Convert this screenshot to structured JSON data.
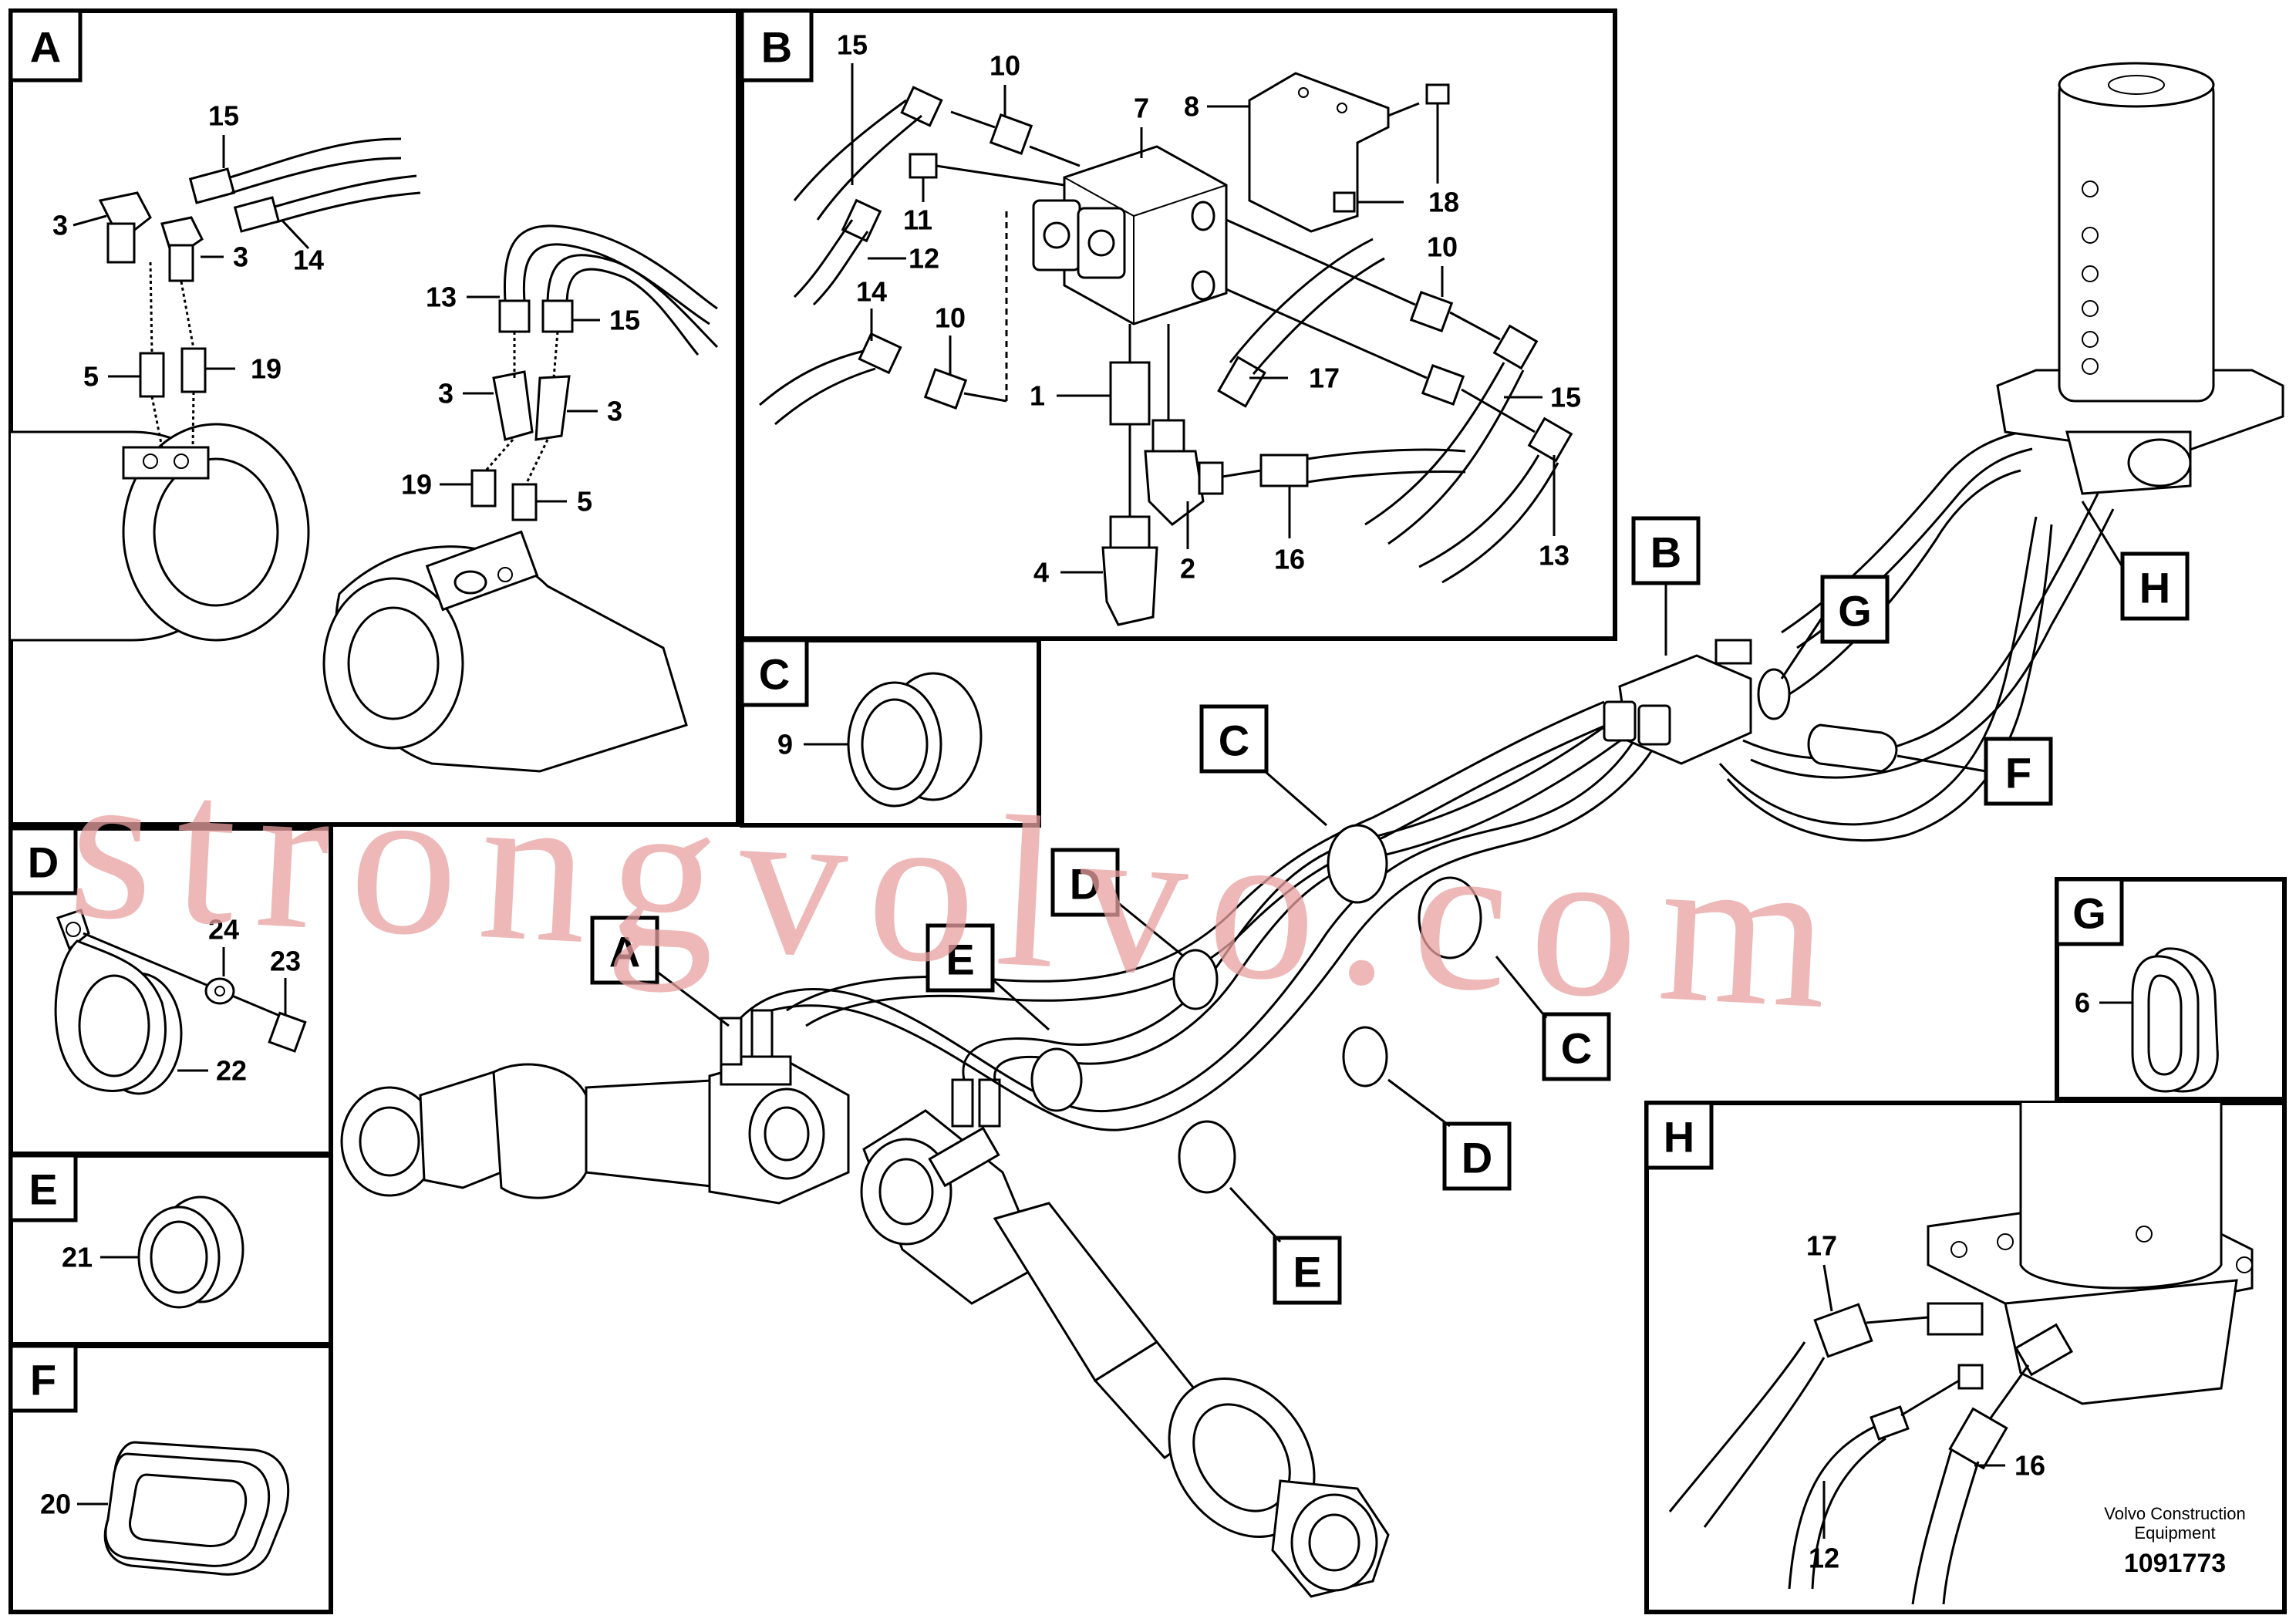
{
  "panels": {
    "A": {
      "label": "A",
      "callouts": [
        "15",
        "3",
        "3",
        "14",
        "5",
        "19",
        "13",
        "15",
        "3",
        "3",
        "19",
        "5"
      ]
    },
    "B": {
      "label": "B",
      "callouts": [
        "15",
        "10",
        "7",
        "8",
        "18",
        "11",
        "12",
        "14",
        "10",
        "10",
        "1",
        "17",
        "15",
        "4",
        "2",
        "16",
        "13"
      ]
    },
    "C": {
      "label": "C",
      "callouts": [
        "9"
      ]
    },
    "D": {
      "label": "D",
      "callouts": [
        "24",
        "23",
        "22"
      ]
    },
    "E": {
      "label": "E",
      "callouts": [
        "21"
      ]
    },
    "F": {
      "label": "F",
      "callouts": [
        "20"
      ]
    },
    "G": {
      "label": "G",
      "callouts": [
        "6"
      ]
    },
    "H": {
      "label": "H",
      "callouts": [
        "17",
        "16",
        "12"
      ]
    }
  },
  "main_tags": [
    "A",
    "E",
    "D",
    "C",
    "C",
    "D",
    "E",
    "B",
    "G",
    "H",
    "F"
  ],
  "watermark": "strongvolvo.com",
  "footer": {
    "line1": "Volvo Construction",
    "line2": "Equipment",
    "code": "1091773"
  }
}
